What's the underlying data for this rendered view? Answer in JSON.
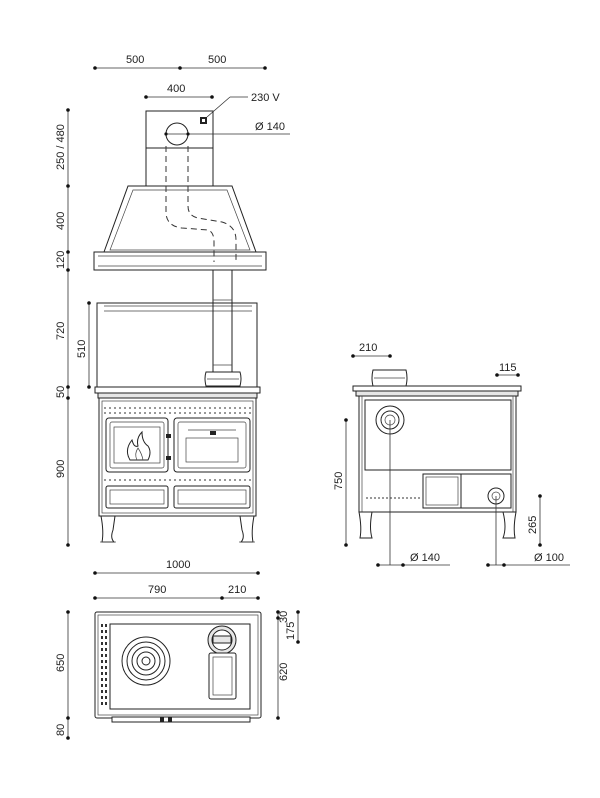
{
  "dimensions": {
    "hood_half_left": "500",
    "hood_half_right": "500",
    "chimney_width": "400",
    "voltage": "230 V",
    "flue_diameter_top": "Ø 140",
    "chimney_height": "250 / 480",
    "hood_height": "400",
    "hood_rim": "120",
    "backsplash_height": "720",
    "backsplash_inner": "510",
    "top_gap": "50",
    "stove_height": "900",
    "total_width": "1000",
    "top_left_width": "790",
    "top_right_width": "210",
    "top_depth": "650",
    "top_plinth": "80",
    "top_inner_depth": "620",
    "top_offset": "30",
    "top_hotplate_offset": "175",
    "side_flue_offset": "210",
    "side_right_offset": "115",
    "side_height": "750",
    "side_flue_diameter": "Ø 140",
    "side_outlet_height": "265",
    "side_outlet_diameter": "Ø 100"
  }
}
